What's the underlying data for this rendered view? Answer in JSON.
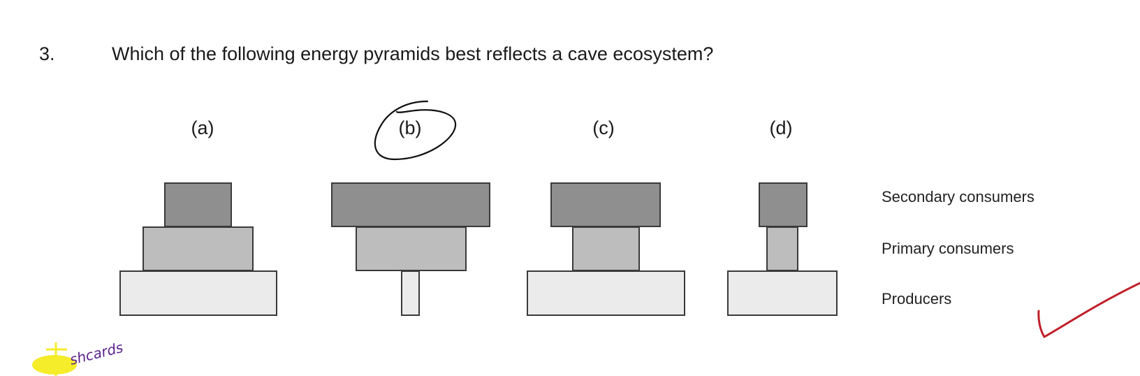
{
  "question": {
    "number": "3.",
    "text": "Which of the following energy pyramids best reflects a cave ecosystem?"
  },
  "options": [
    {
      "label": "(a)"
    },
    {
      "label": "(b)"
    },
    {
      "label": "(c)"
    },
    {
      "label": "(d)"
    }
  ],
  "legend": {
    "secondary": "Secondary consumers",
    "primary": "Primary consumers",
    "producers": "Producers"
  },
  "annotations": {
    "handwritten_note": "shcards",
    "selected_option": "(b)",
    "mark": "check-mark"
  },
  "colors": {
    "secondary_fill": "#8f8f8f",
    "primary_fill": "#bdbdbd",
    "producers_fill": "#ebebeb",
    "ink_circle": "#111111",
    "ink_check": "#c0202a",
    "ink_note": "#5a1f8c",
    "highlight": "#f5ec2a"
  }
}
